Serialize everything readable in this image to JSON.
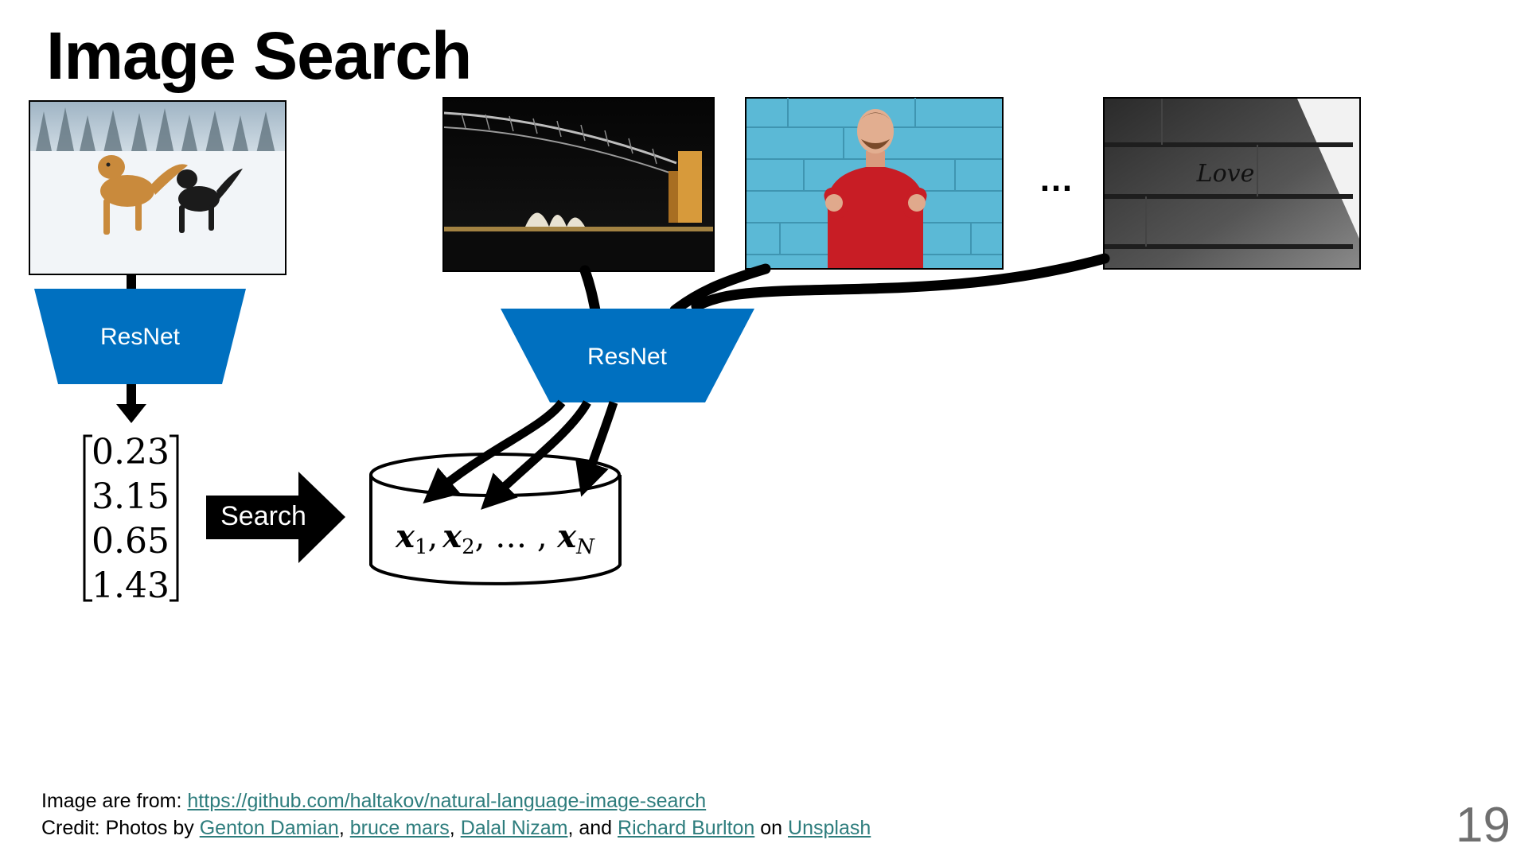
{
  "slide": {
    "title": "Image Search",
    "page_number": "19"
  },
  "diagram": {
    "encoder_left_label": "ResNet",
    "encoder_right_label": "ResNet",
    "search_label": "Search",
    "vector_values": [
      "0.23",
      "3.15",
      "0.65",
      "1.43"
    ],
    "database_label": {
      "x1": "x",
      "sub1": "1",
      "x2": "x",
      "sub2": "2",
      "ellipsis": ", … , ",
      "xN": "x",
      "subN": "N",
      "sep": ","
    },
    "more_images": "…",
    "encoder_color": "#0070c0",
    "images": [
      {
        "name": "query-image-dogs-in-snow"
      },
      {
        "name": "bridge-at-night-image"
      },
      {
        "name": "man-in-red-sweater-image"
      },
      {
        "name": "love-stairs-image"
      }
    ]
  },
  "credits": {
    "line1_prefix": "Image are from: ",
    "line1_link": "https://github.com/haltakov/natural-language-image-search",
    "line2_prefix": "Credit: Photos by ",
    "author1": "Genton Damian",
    "sep1": ", ",
    "author2": "bruce mars",
    "sep2": ", ",
    "author3": "Dalal Nizam",
    "sep3": ", and ",
    "author4": "Richard Burlton",
    "sep4": " on ",
    "source": "Unsplash"
  }
}
